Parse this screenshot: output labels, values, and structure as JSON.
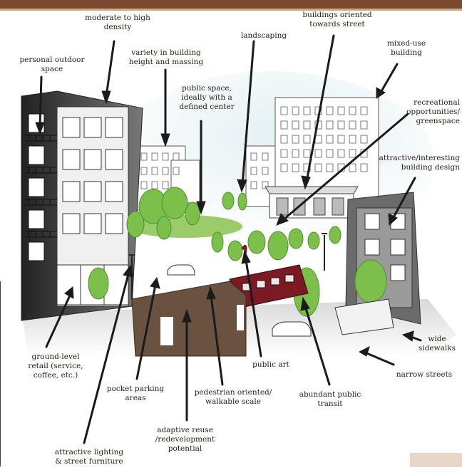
{
  "labels": {
    "moderate_density": "moderate to high\ndensity",
    "buildings_oriented": "buildings oriented\ntowards street",
    "mixed_use": "mixed-use\nbuilding",
    "personal_outdoor": "personal outdoor\nspace",
    "variety_height": "variety in building\nheight and massing",
    "landscaping": "landscaping",
    "public_space": "public space,\nideally with a\ndefined center",
    "recreational": "recreational\nopportunities/\ngreenspace",
    "attractive_design": "attractive/interesting\nbuilding design",
    "wide_sidewalks": "wide\nsidewalks",
    "narrow_streets": "narrow streets",
    "ground_retail": "ground-level\nretail (service,\ncoffee, etc.)",
    "pocket_parking": "pocket parking\nareas",
    "public_art": "public art",
    "pedestrian": "pedestrian oriented/\nwalkable scale",
    "abundant_transit": "abundant public\ntransit",
    "adaptive_reuse": "adaptive reuse\n/redevelopment\npotential",
    "lighting": "attractive lighting\n& street furniture"
  },
  "colors": {
    "header_band": "#7a4a30",
    "ink": "#2a2016",
    "tree_green": "#7cbf4a",
    "tree_dark": "#4f8f2f",
    "trolley": "#7b1a22",
    "wall": "#6a5240",
    "building_dark": "#555555",
    "building_light": "#f2f2f2"
  }
}
